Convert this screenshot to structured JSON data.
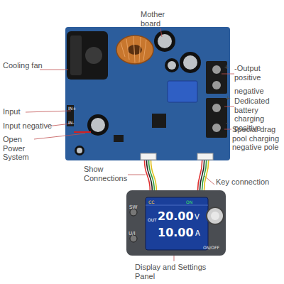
{
  "diagram": {
    "nodes": [
      {
        "text": [
          "IN+",
          "IN-"
        ]
      },
      {
        "text": [
          "CC",
          "ON",
          "SW",
          "OUT",
          "20.00",
          "V",
          "10.00",
          "A",
          "U/I",
          "ON/OFF"
        ]
      }
    ],
    "edges": [
      {
        "from": 0,
        "to": 1,
        "arrow": "none"
      },
      {
        "from": 0,
        "to": 1,
        "arrow": "none"
      }
    ],
    "labels": [
      "Mother board",
      "Cooling fan",
      "Input",
      "Input negative",
      "Open Power System",
      "+",
      "-Output positive",
      "negative",
      "+",
      "Dedicated battery charging positive",
      "-",
      "Special drag pool charging negative pole",
      "Show Connections",
      "Key connection",
      "Display and Settings Panel"
    ]
  }
}
